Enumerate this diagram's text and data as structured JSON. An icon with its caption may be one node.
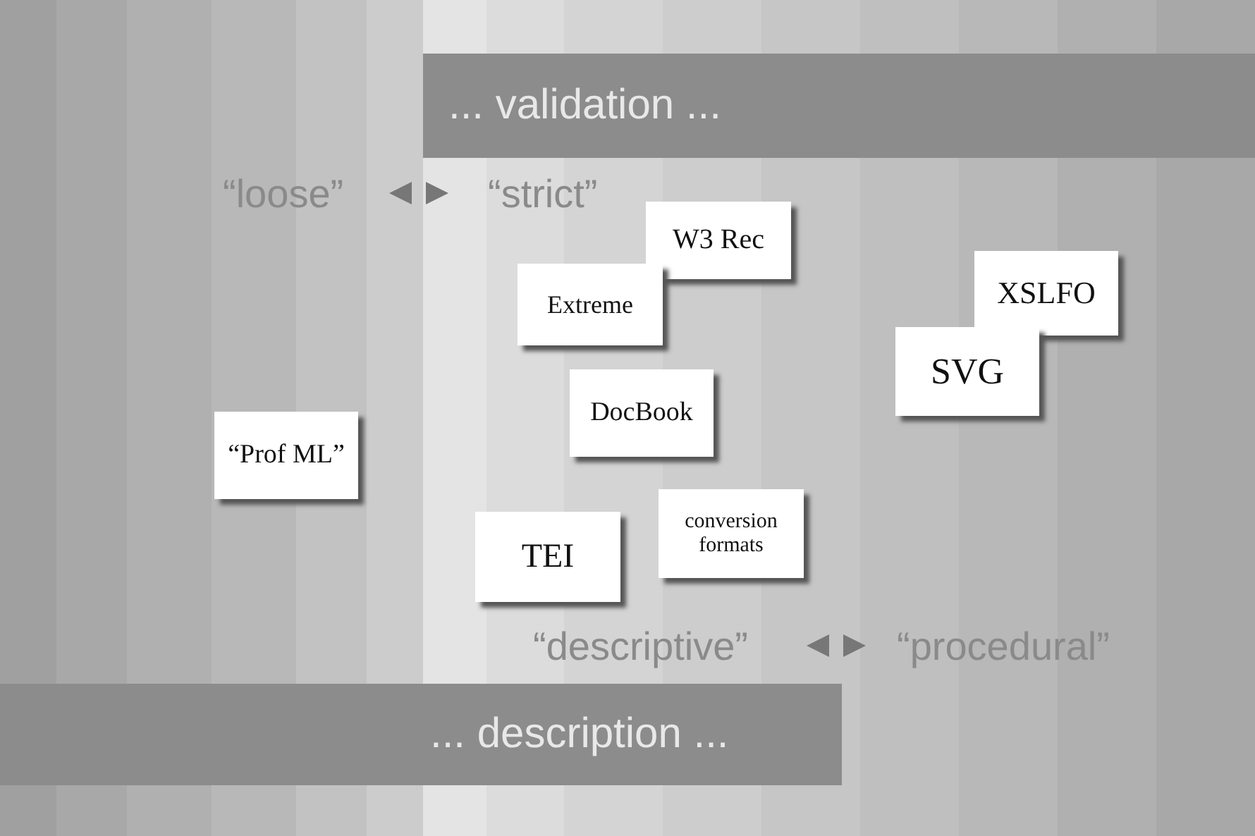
{
  "diagram": {
    "nodes": [
      {
        "text": [
          "... validation ..."
        ]
      },
      {
        "text": [
          "W3 Rec"
        ]
      },
      {
        "text": [
          "Extreme"
        ]
      },
      {
        "text": [
          "XSLFO"
        ]
      },
      {
        "text": [
          "SVG"
        ]
      },
      {
        "text": [
          "DocBook"
        ]
      },
      {
        "text": [
          "“Prof ML”"
        ]
      },
      {
        "text": [
          "conversion formats"
        ]
      },
      {
        "text": [
          "TEI"
        ]
      },
      {
        "text": [
          "... description ..."
        ]
      }
    ],
    "edges": [],
    "labels": [
      "“loose”",
      "“strict”",
      "“descriptive”",
      "“procedural”"
    ]
  }
}
